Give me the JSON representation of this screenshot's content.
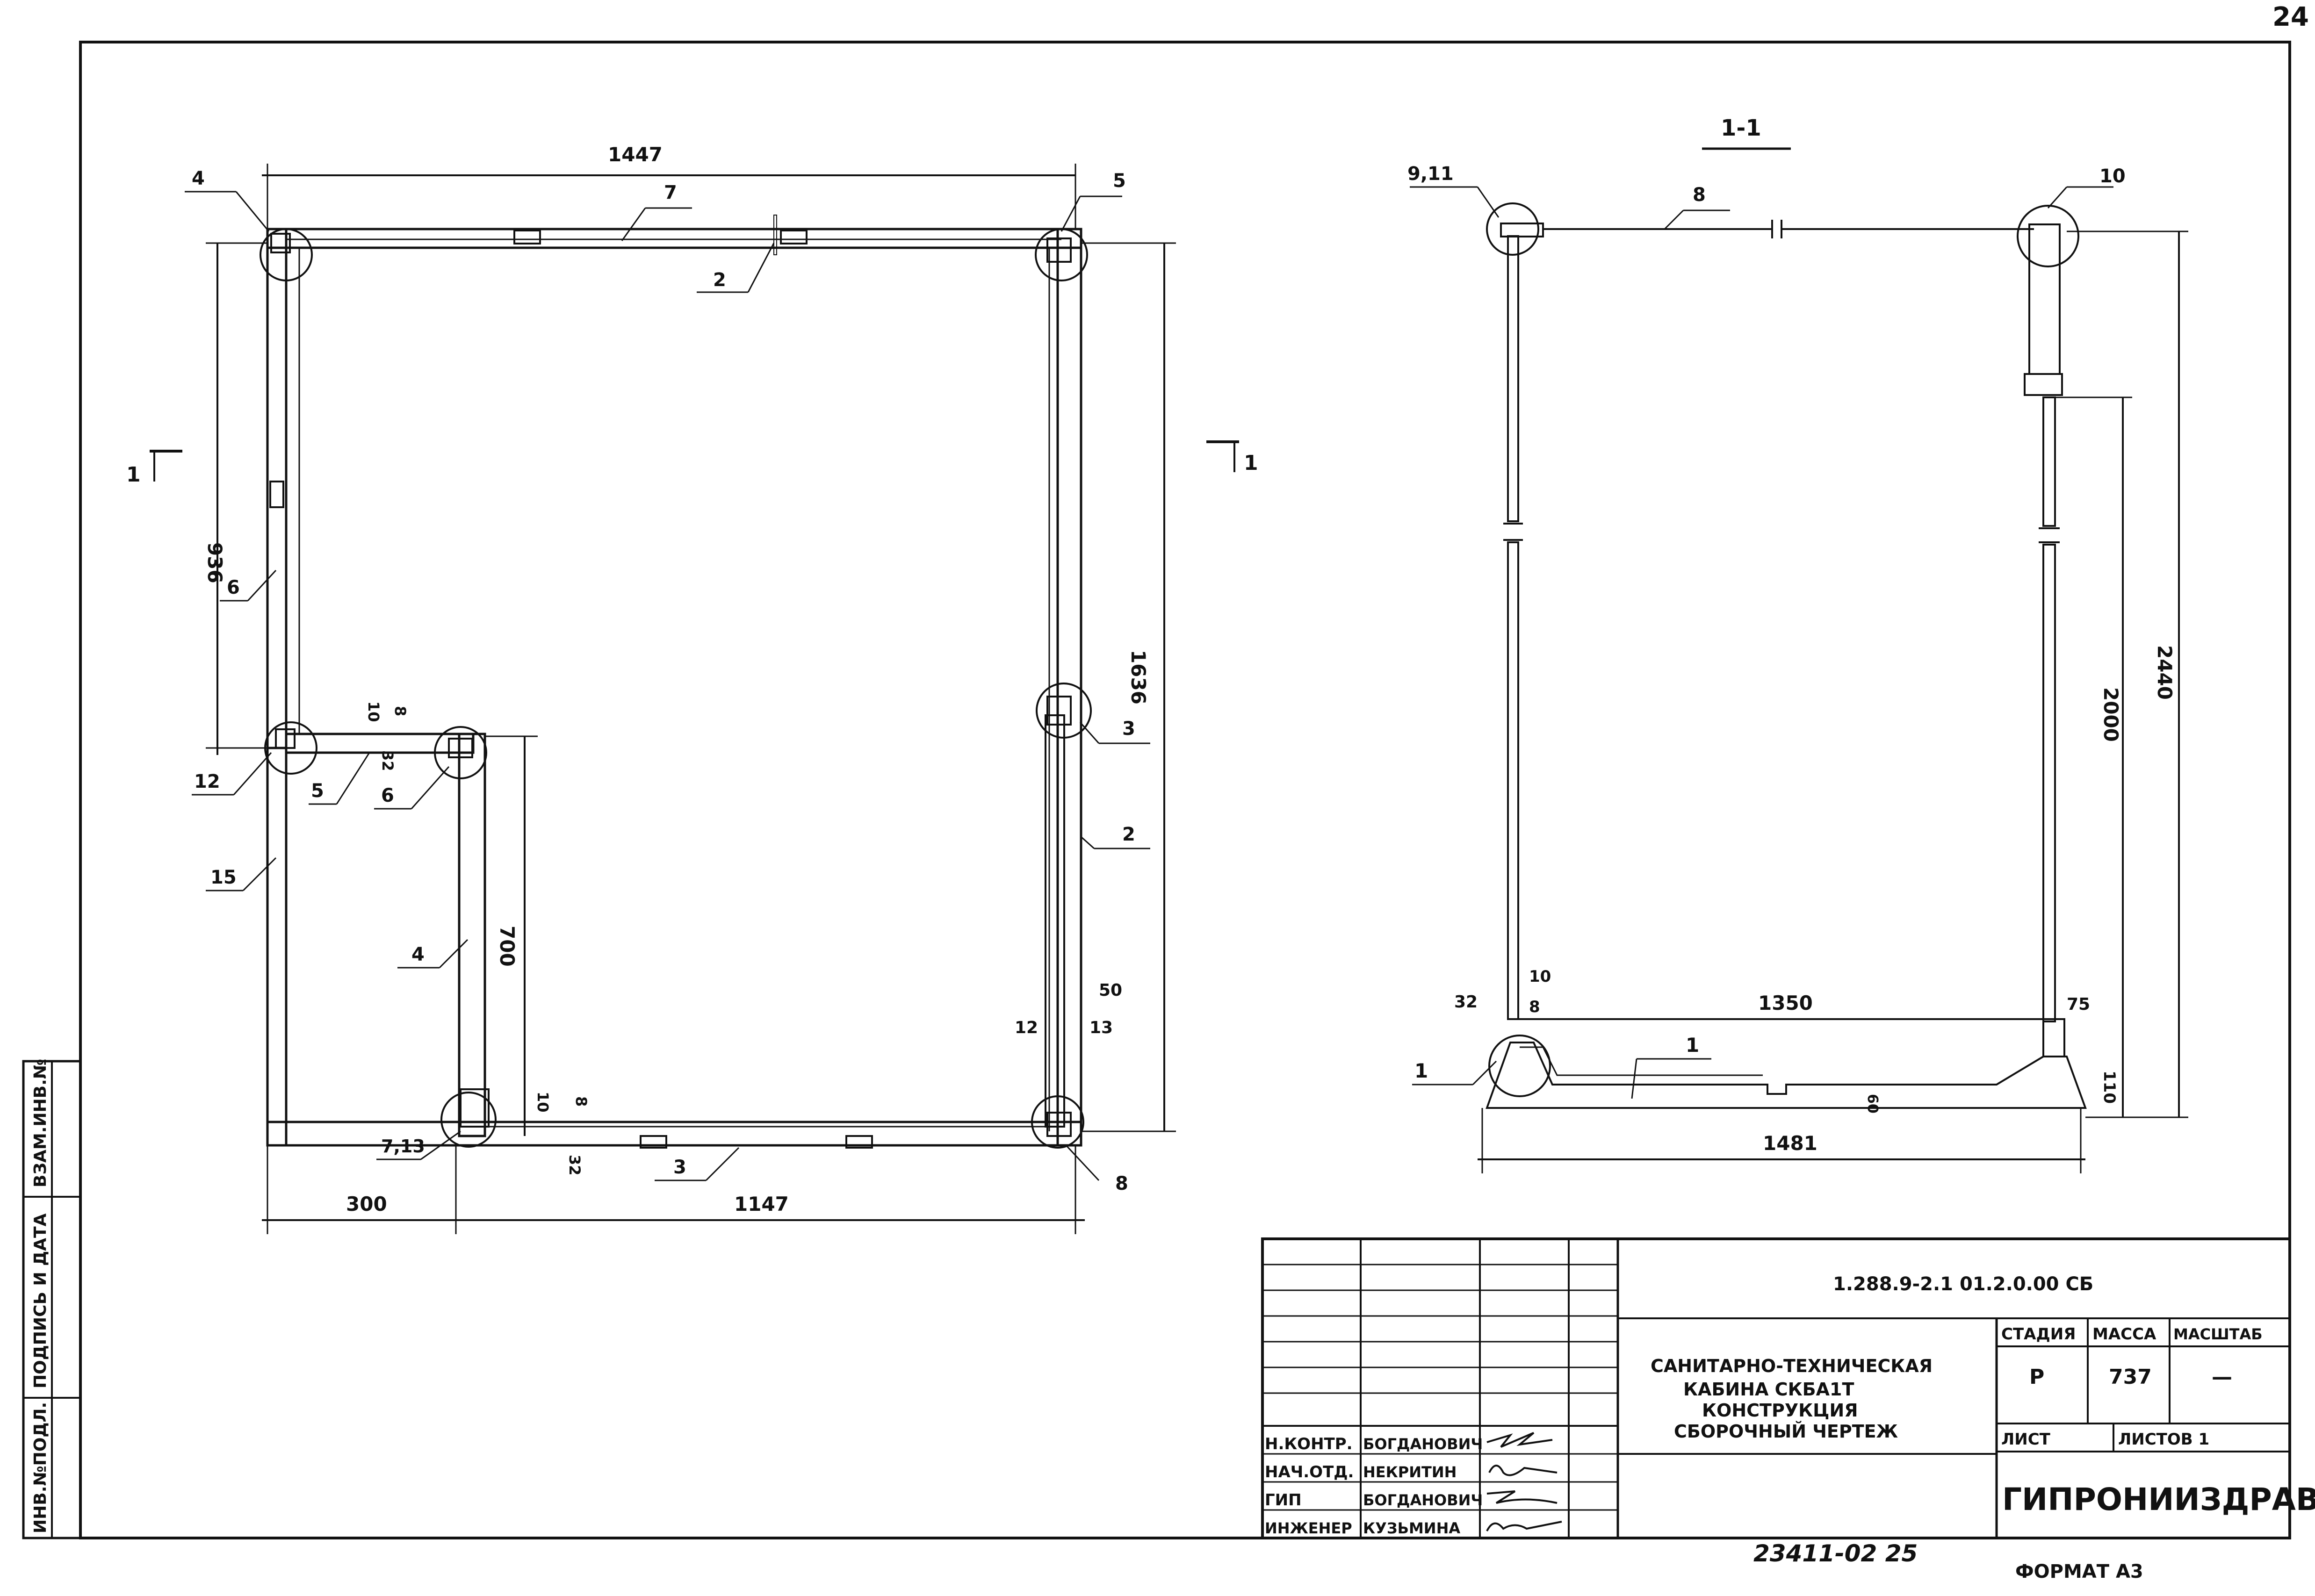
{
  "page_number": "24",
  "plan": {
    "dims": {
      "top": "1447",
      "left": "936",
      "right": "1636",
      "inner_height": "700",
      "bottom_left": "300",
      "bottom_right": "1147",
      "d10": "10",
      "d8": "8",
      "d32": "32",
      "d10b": "10",
      "d8b": "8",
      "d32b": "32",
      "d50": "50",
      "d12": "12",
      "d13": "13"
    },
    "callouts": {
      "c4": "4",
      "c5": "5",
      "c7": "7",
      "c2_top": "2",
      "c6_left": "6",
      "c3_right": "3",
      "c2_right": "2",
      "c12": "12",
      "c5_mid": "5",
      "c6_mid": "6",
      "c15": "15",
      "c4_mid": "4",
      "c713": "7,13",
      "c3_bottom": "3",
      "c8": "8"
    },
    "section_mark_left": "1",
    "section_mark_right": "1"
  },
  "section": {
    "title": "1-1",
    "dims": {
      "width_1350": "1350",
      "width_1481": "1481",
      "h2000": "2000",
      "h2440": "2440",
      "d32": "32",
      "d10": "10",
      "d8": "8",
      "d75": "75",
      "d110": "110",
      "d60": "60"
    },
    "callouts": {
      "c911": "9,11",
      "c8": "8",
      "c10": "10",
      "c1_left": "1",
      "c1_mid": "1"
    }
  },
  "side_stamp": {
    "inv_podl": "ИНВ.№ПОДЛ.",
    "podpis": "ПОДПИСЬ И ДАТА",
    "vzam": "ВЗАМ.ИНВ.№"
  },
  "title_block": {
    "code": "1.288.9-2.1  01.2.0.00 СБ",
    "title_lines": [
      "САНИТАРНО-ТЕХНИЧЕСКАЯ",
      "КАБИНА СКБА1Т",
      "КОНСТРУКЦИЯ",
      "СБОРОЧНЫЙ ЧЕРТЕЖ"
    ],
    "stage_label": "СТАДИЯ",
    "mass_label": "МАССА",
    "scale_label": "МАСШТАБ",
    "stage_value": "Р",
    "mass_value": "737",
    "scale_value": "—",
    "sheet_label": "ЛИСТ",
    "sheets_label": "ЛИСТОВ 1",
    "organization": "ГИПРОНИИЗДРАВ",
    "roles": [
      {
        "role": "Н.КОНТР.",
        "name": "БОГДАНОВИЧ"
      },
      {
        "role": "НАЧ.ОТД.",
        "name": "НЕКРИТИН"
      },
      {
        "role": "ГИП",
        "name": "БОГДАНОВИЧ"
      },
      {
        "role": "ИНЖЕНЕР",
        "name": "КУЗЬМИНА"
      }
    ]
  },
  "footer": {
    "number": "23411-02   25",
    "format": "ФОРМАТ А3"
  }
}
